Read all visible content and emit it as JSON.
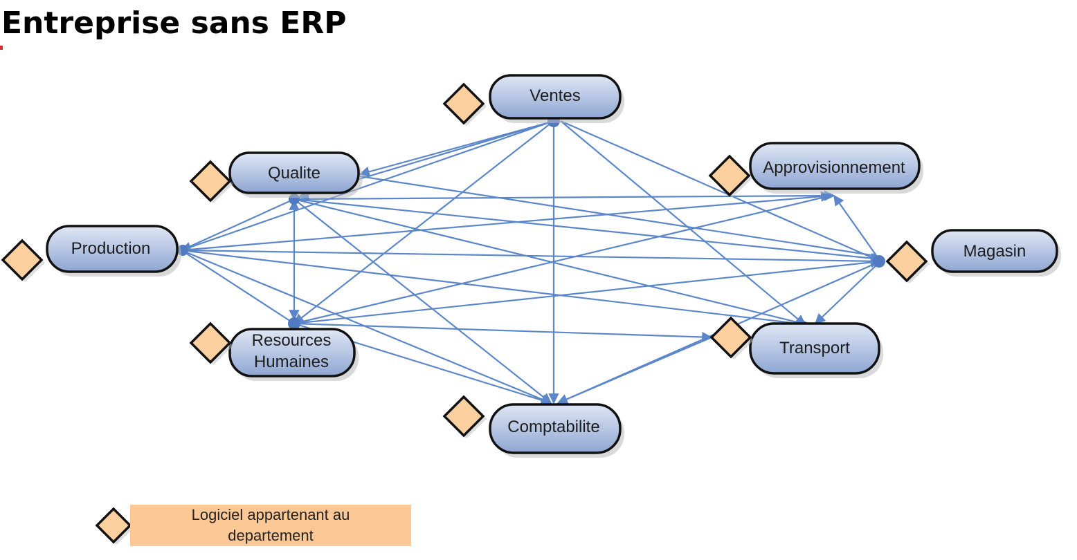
{
  "title": "Entreprise sans ERP",
  "nodes": {
    "ventes": "Ventes",
    "qualite": "Qualite",
    "approvisionnement": "Approvisionnement",
    "production": "Production",
    "magasin": "Magasin",
    "rh_line1": "Resources",
    "rh_line2": "Humaines",
    "transport": "Transport",
    "comptabilite": "Comptabilite"
  },
  "legend": {
    "label": "Logiciel appartenant au departement"
  },
  "colors": {
    "node_fill_top": "#d9e2f3",
    "node_fill_bottom": "#8ea6d2",
    "link": "#5b86c9",
    "software_diamond": "#fbcf9e",
    "legend_box": "#fbc896"
  }
}
